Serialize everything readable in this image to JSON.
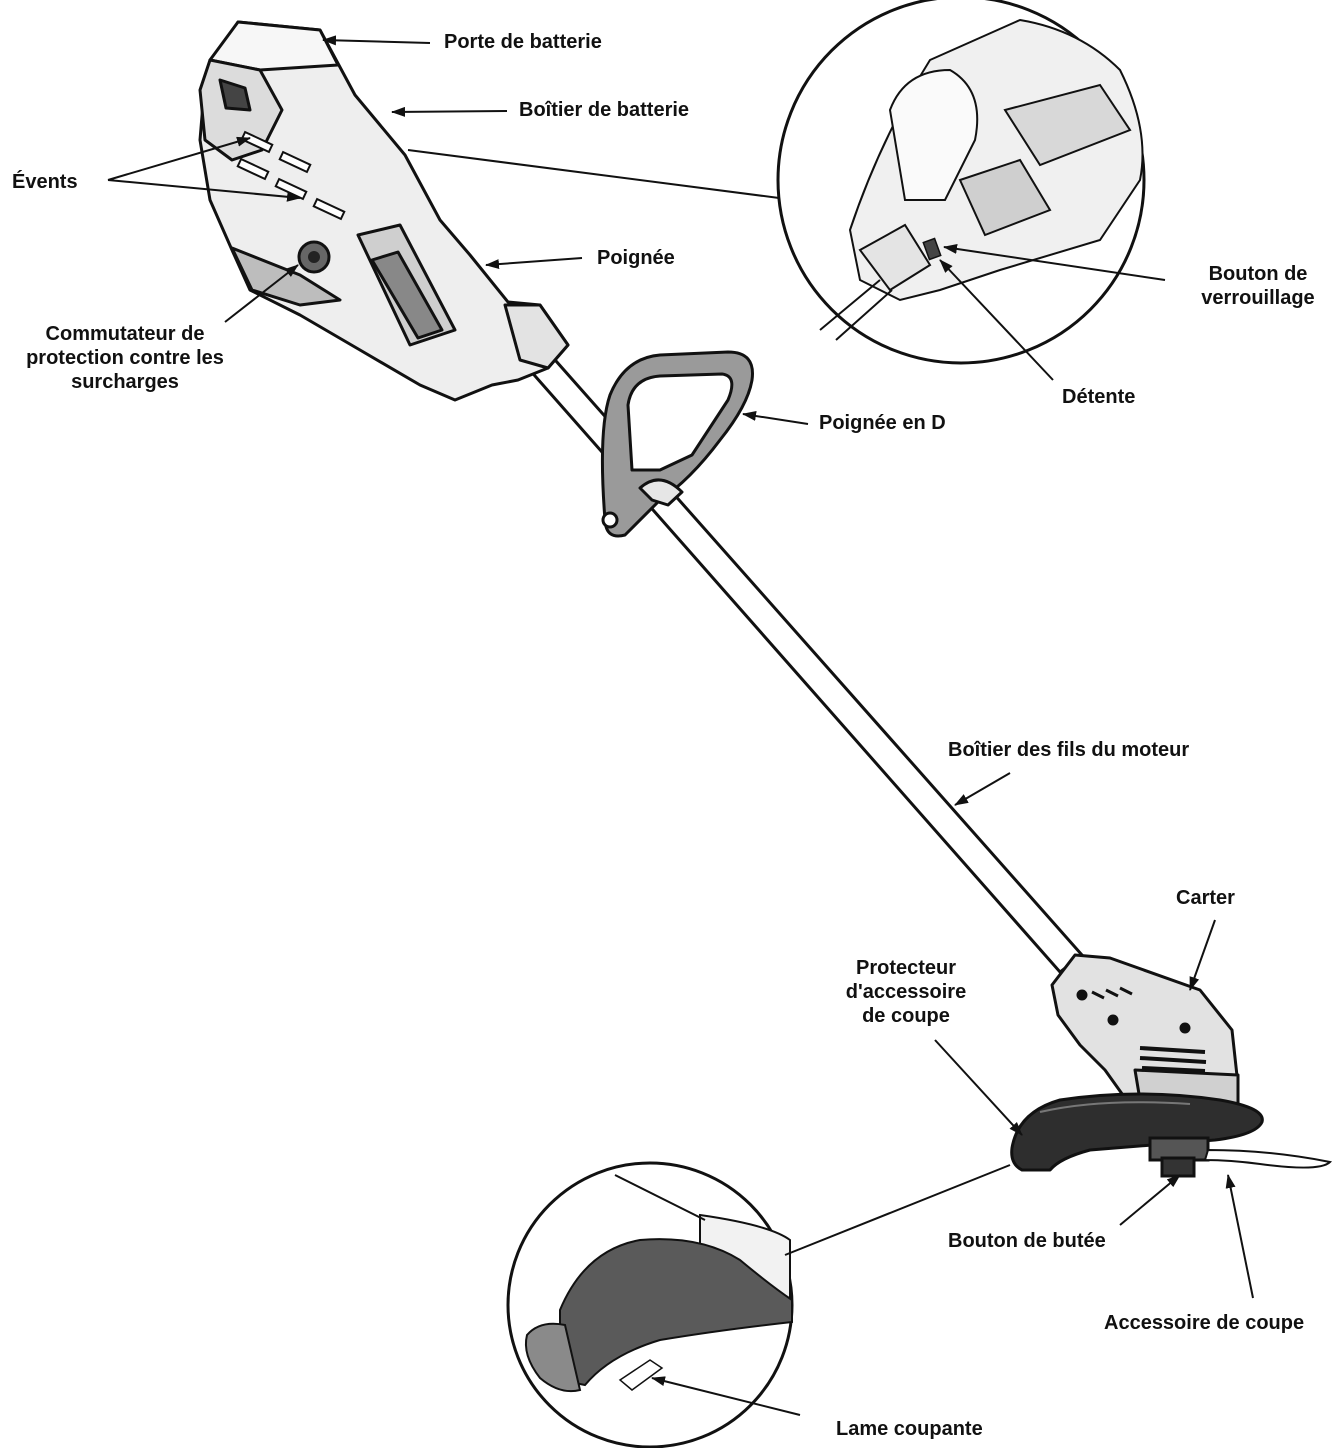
{
  "labels": {
    "battery_door": "Porte de batterie",
    "battery_housing": "Boîtier de batterie",
    "vents": "Évents",
    "handle": "Poignée",
    "overload": [
      "Commutateur de",
      "protection contre les",
      "surcharges"
    ],
    "lock_button": [
      "Bouton de",
      "verrouillage"
    ],
    "trigger": "Détente",
    "d_handle": "Poignée en D",
    "wire_housing": "Boîtier des fils du moteur",
    "housing": "Carter",
    "guard": [
      "Protecteur",
      "d'accessoire",
      "de coupe"
    ],
    "bump_knob": "Bouton de butée",
    "cutting_attachment": "Accessoire de coupe",
    "cutting_blade": "Lame coupante"
  }
}
